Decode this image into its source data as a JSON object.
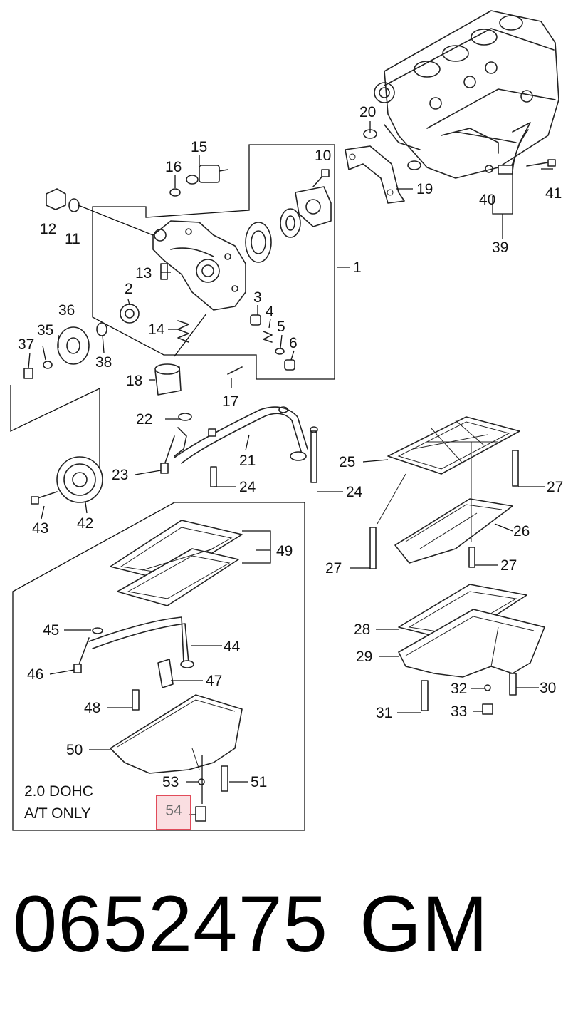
{
  "footer": {
    "part_number": "0652475",
    "brand": "GM"
  },
  "highlight": {
    "label": "54",
    "color": "#e14b5a"
  },
  "note": {
    "line1": "2.0  DOHC",
    "line2": "A/T ONLY"
  },
  "callouts": [
    "1",
    "2",
    "3",
    "4",
    "5",
    "6",
    "10",
    "11",
    "12",
    "13",
    "14",
    "15",
    "16",
    "17",
    "18",
    "19",
    "20",
    "21",
    "22",
    "23",
    "24",
    "24",
    "25",
    "26",
    "27",
    "27",
    "27",
    "28",
    "29",
    "30",
    "31",
    "32",
    "33",
    "35",
    "36",
    "37",
    "38",
    "39",
    "40",
    "41",
    "42",
    "43",
    "44",
    "45",
    "46",
    "47",
    "48",
    "49",
    "50",
    "51",
    "53"
  ]
}
